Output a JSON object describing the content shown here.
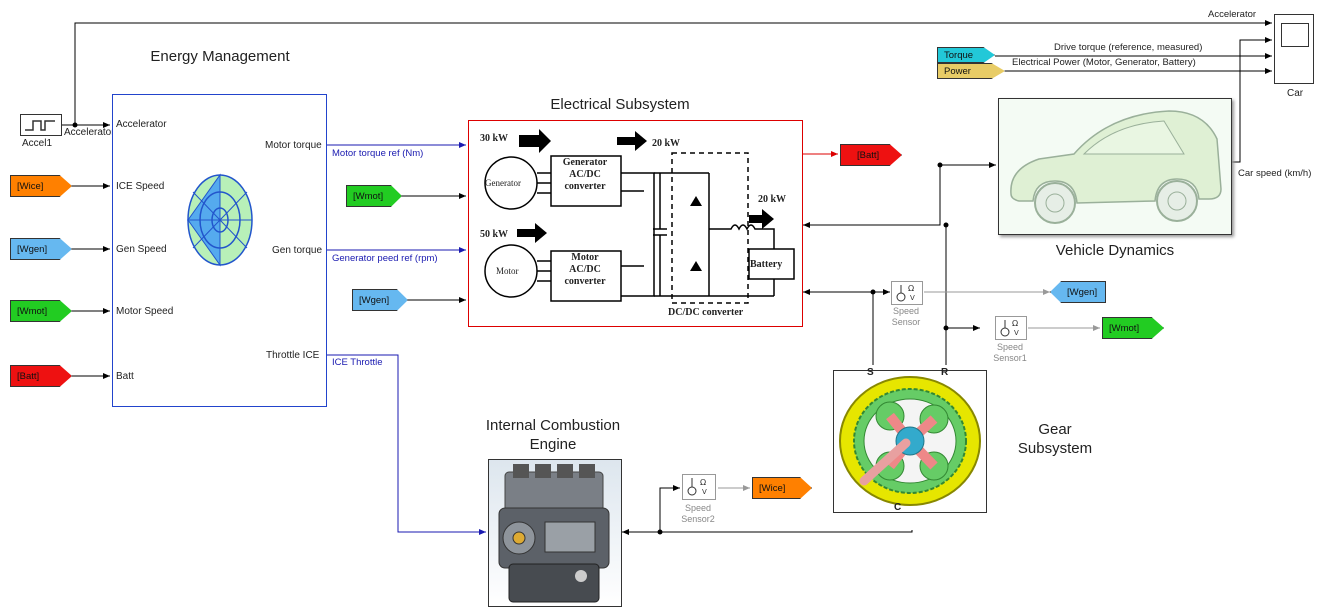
{
  "titles": {
    "energy_management": "Energy Management",
    "electrical_subsystem": "Electrical Subsystem",
    "vehicle_dynamics": "Vehicle Dynamics",
    "ice": "Internal Combustion Engine",
    "gear": "Gear Subsystem"
  },
  "accel_block": {
    "label": "Accel1",
    "port": "Accelerator"
  },
  "energy_ports": {
    "inputs": [
      "Accelerator",
      "ICE Speed",
      "Gen Speed",
      "Motor Speed",
      "Batt"
    ],
    "outputs": [
      "Motor torque",
      "Gen torque",
      "Throttle ICE"
    ]
  },
  "goto_tags": {
    "wice_left": "[Wice]",
    "wgen_left": "[Wgen]",
    "wmot_left": "[Wmot]",
    "batt_left": "[Batt]",
    "wmot_mid": "[Wmot]",
    "wgen_mid": "[Wgen]",
    "batt_right": "[Batt]",
    "wgen_right": "[Wgen]",
    "wmot_right": "[Wmot]",
    "wice_bottom": "[Wice]",
    "torque": "Torque",
    "power": "Power"
  },
  "signals": {
    "motor_torque_ref": "Motor torque ref (Nm)",
    "generator_speed_ref": "Generator peed ref (rpm)",
    "ice_throttle": "ICE Throttle",
    "accelerator_top": "Accelerator",
    "drive_torque": "Drive torque (reference, measured)",
    "electrical_power": "Electrical Power (Motor, Generator, Battery)",
    "car_speed": "Car speed (km/h)"
  },
  "scope": {
    "label": "Car"
  },
  "electrical": {
    "p30": "30 kW",
    "p20a": "20 kW",
    "p20b": "20 kW",
    "p50": "50 kW",
    "generator": "Generator",
    "motor": "Motor",
    "gen_conv": [
      "Generator",
      "AC/DC",
      "converter"
    ],
    "mot_conv": [
      "Motor",
      "AC/DC",
      "converter"
    ],
    "battery": "Battery",
    "dcdc": "DC/DC converter"
  },
  "sensors": {
    "s0": [
      "Speed",
      "Sensor"
    ],
    "s1": [
      "Speed",
      "Sensor1"
    ],
    "s2": [
      "Speed",
      "Sensor2"
    ]
  },
  "gear_ports": {
    "s": "S",
    "r": "R",
    "c": "C"
  }
}
